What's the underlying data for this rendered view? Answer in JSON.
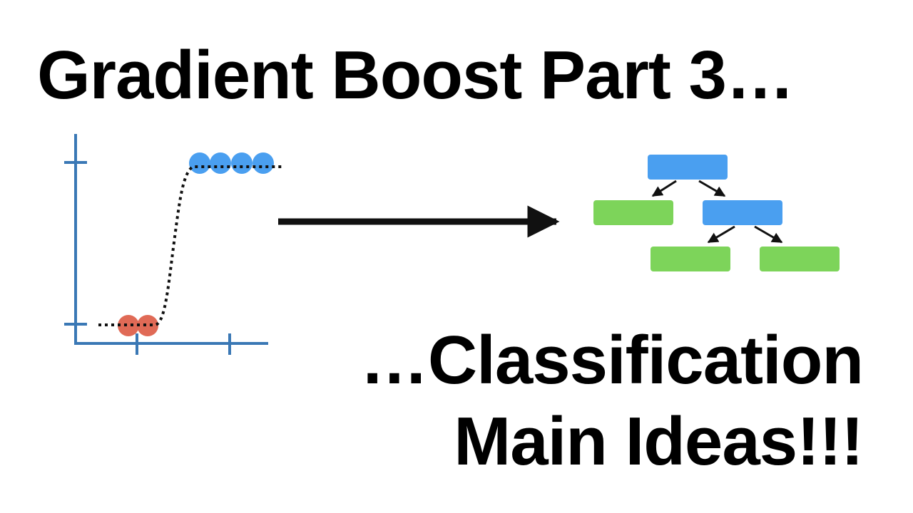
{
  "title": "Gradient Boost Part 3…",
  "subtitle_line1": "…Classification",
  "subtitle_line2": "Main Ideas!!!",
  "plot": {
    "axis_color": "#3a78b5",
    "curve_color": "#111111",
    "points": [
      {
        "class": 0,
        "color": "#e06a56"
      },
      {
        "class": 0,
        "color": "#e06a56"
      },
      {
        "class": 1,
        "color": "#4a9ff0"
      },
      {
        "class": 1,
        "color": "#4a9ff0"
      },
      {
        "class": 1,
        "color": "#4a9ff0"
      },
      {
        "class": 1,
        "color": "#4a9ff0"
      }
    ]
  },
  "tree": {
    "internal_node_color": "#4a9ff0",
    "leaf_node_color": "#7dd45a",
    "edge_color": "#111111"
  }
}
